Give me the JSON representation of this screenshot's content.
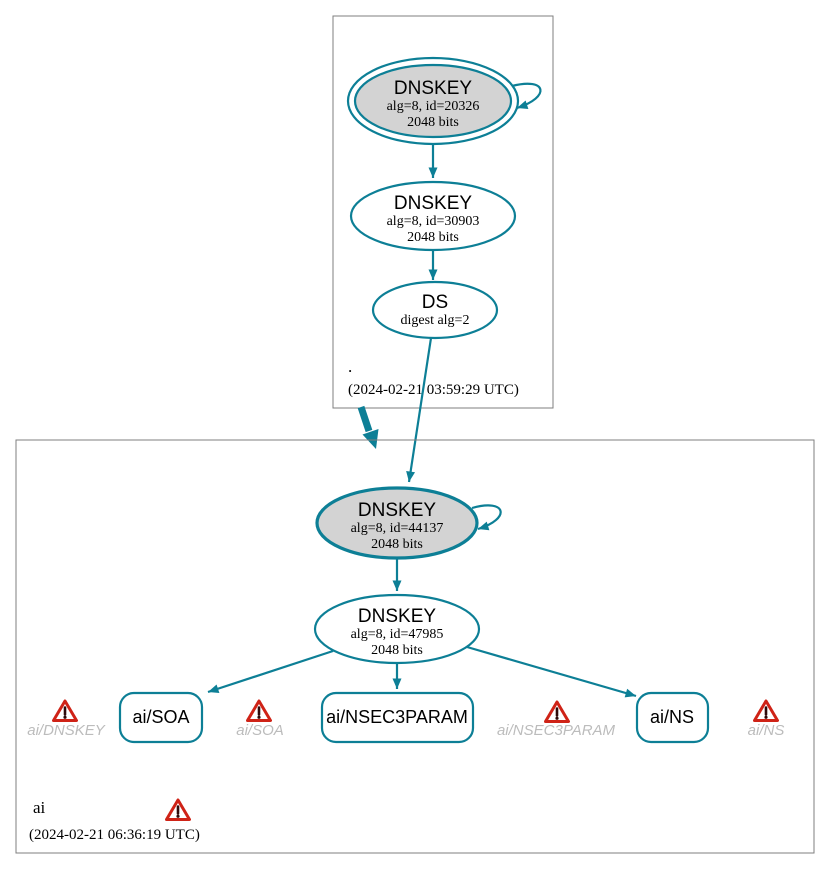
{
  "colors": {
    "edge": "#0d7f96",
    "ksk-fill": "#d3d3d3",
    "node-fill": "#ffffff",
    "box-border": "#7f7f7f",
    "warn": "#cf2317",
    "warn-mark": "#2e0a0a",
    "muted": "#bcbcbc",
    "text": "#000000"
  },
  "icons": {
    "warning": "warning-triangle-icon"
  },
  "zones": [
    {
      "label": ".",
      "timestamp": "(2024-02-21 03:59:29 UTC)",
      "ksk": {
        "title": "DNSKEY",
        "detail1": "alg=8, id=20326",
        "detail2": "2048 bits"
      },
      "zsk": {
        "title": "DNSKEY",
        "detail1": "alg=8, id=30903",
        "detail2": "2048 bits"
      },
      "ds": {
        "title": "DS",
        "detail1": "digest alg=2"
      }
    },
    {
      "label": "ai",
      "timestamp": "(2024-02-21 06:36:19 UTC)",
      "ksk": {
        "title": "DNSKEY",
        "detail1": "alg=8, id=44137",
        "detail2": "2048 bits"
      },
      "zsk": {
        "title": "DNSKEY",
        "detail1": "alg=8, id=47985",
        "detail2": "2048 bits"
      },
      "rrsets": [
        {
          "label": "ai/SOA"
        },
        {
          "label": "ai/NSEC3PARAM"
        },
        {
          "label": "ai/NS"
        }
      ],
      "warnings": [
        {
          "label": "ai/DNSKEY"
        },
        {
          "label": "ai/SOA"
        },
        {
          "label": "ai/NSEC3PARAM"
        },
        {
          "label": "ai/NS"
        }
      ]
    }
  ]
}
